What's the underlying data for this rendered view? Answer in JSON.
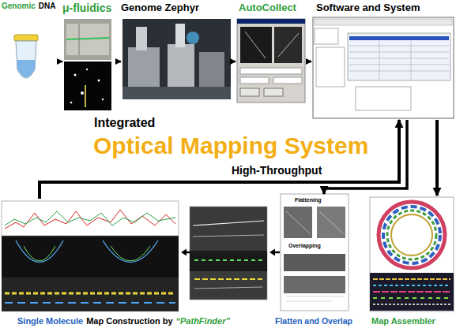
{
  "diagram": {
    "title": "Optical Mapping System",
    "nodes": [
      {
        "text": [
          "Genomic",
          "DNA"
        ]
      },
      {
        "text": [
          "μ-fluidics"
        ]
      },
      {
        "text": [
          "Genome Zephyr"
        ]
      },
      {
        "text": [
          "AutoCollect"
        ]
      },
      {
        "text": [
          "Software and System"
        ]
      },
      {
        "text": [
          "Single Molecule",
          "Map Construction by",
          "“PathFinder”"
        ]
      },
      {
        "text": [
          "Flatten and Overlap"
        ]
      },
      {
        "text": [
          "Map Assembler"
        ]
      }
    ],
    "edges": [
      {
        "from": 0,
        "to": 1,
        "arrow": "to"
      },
      {
        "from": 1,
        "to": 2,
        "arrow": "to"
      },
      {
        "from": 2,
        "to": 3,
        "arrow": "to"
      },
      {
        "from": 3,
        "to": 4,
        "arrow": "to"
      },
      {
        "from": 5,
        "to": 4,
        "arrow": "to"
      },
      {
        "from": 4,
        "to": 6,
        "arrow": "to"
      },
      {
        "from": 4,
        "to": 7,
        "arrow": "to"
      }
    ],
    "labels": [
      "Integrated",
      "High-Throughput",
      "Flattening",
      "Overlapping"
    ]
  }
}
